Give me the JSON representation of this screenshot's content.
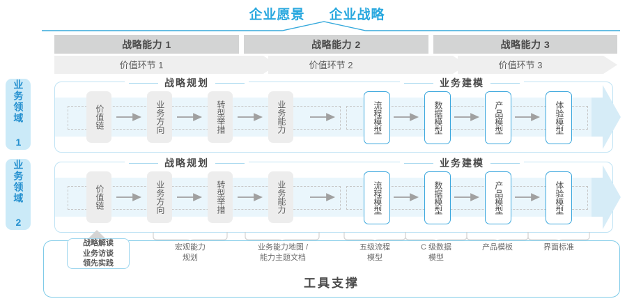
{
  "header": {
    "title_left": "企业愿景",
    "title_right": "企业战略",
    "accent_color": "#29A8DF"
  },
  "capability_bars": [
    {
      "label": "战略能力 1"
    },
    {
      "label": "战略能力 2"
    },
    {
      "label": "战略能力 3"
    }
  ],
  "value_links": [
    {
      "label": "价值环节 1"
    },
    {
      "label": "价值环节 2"
    },
    {
      "label": "价值环节 3"
    }
  ],
  "domains": [
    {
      "label": "业务领域 1"
    },
    {
      "label": "业务领域 2"
    }
  ],
  "groups": [
    {
      "label": "战略规划"
    },
    {
      "label": "业务建模"
    }
  ],
  "nodes": [
    {
      "label": "价值链",
      "style": "gray"
    },
    {
      "label": "业务方向",
      "style": "gray"
    },
    {
      "label": "转型举措",
      "style": "gray"
    },
    {
      "label": "业务能力",
      "style": "gray"
    },
    {
      "label": "流程模型",
      "style": "blue"
    },
    {
      "label": "数据模型",
      "style": "blue"
    },
    {
      "label": "产品模型",
      "style": "blue"
    },
    {
      "label": "体验模型",
      "style": "blue"
    }
  ],
  "tool_support": {
    "title": "工具支撑",
    "chip": "战略解读\n业务访谈\n领先实践",
    "items": [
      {
        "label": "宏观能力\n规划"
      },
      {
        "label": "业务能力地图 /\n能力主题文档"
      },
      {
        "label": "五级流程\n模型"
      },
      {
        "label": "C 级数据\n模型"
      },
      {
        "label": "产品模板"
      },
      {
        "label": "界面标准"
      }
    ]
  },
  "colors": {
    "bar_gray": "#d3d4d4",
    "strip_gray": "#efefef",
    "band_blue": "#eaf6fc",
    "node_blue": "#3ba7dd",
    "tab_blue": "#cbeaf8"
  }
}
